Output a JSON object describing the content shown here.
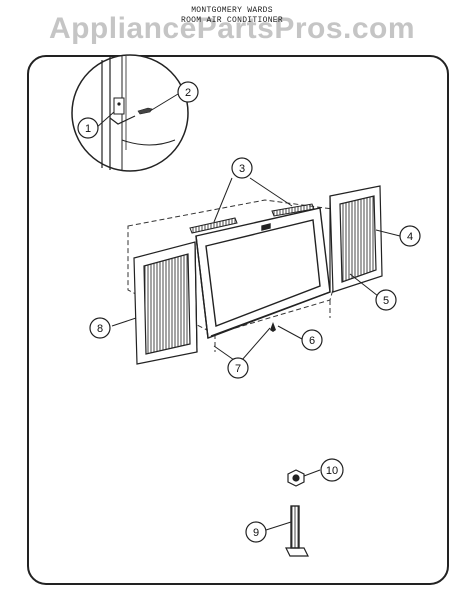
{
  "watermark": "AppliancePartsPros.com",
  "header": {
    "line1": "MONTGOMERY WARDS",
    "line2": "ROOM AIR CONDITIONER"
  },
  "callouts": [
    {
      "id": "1",
      "label": "1"
    },
    {
      "id": "2",
      "label": "2"
    },
    {
      "id": "3",
      "label": "3"
    },
    {
      "id": "4",
      "label": "4"
    },
    {
      "id": "5",
      "label": "5"
    },
    {
      "id": "6",
      "label": "6"
    },
    {
      "id": "7",
      "label": "7"
    },
    {
      "id": "8",
      "label": "8"
    },
    {
      "id": "9",
      "label": "9"
    },
    {
      "id": "10",
      "label": "10"
    }
  ]
}
